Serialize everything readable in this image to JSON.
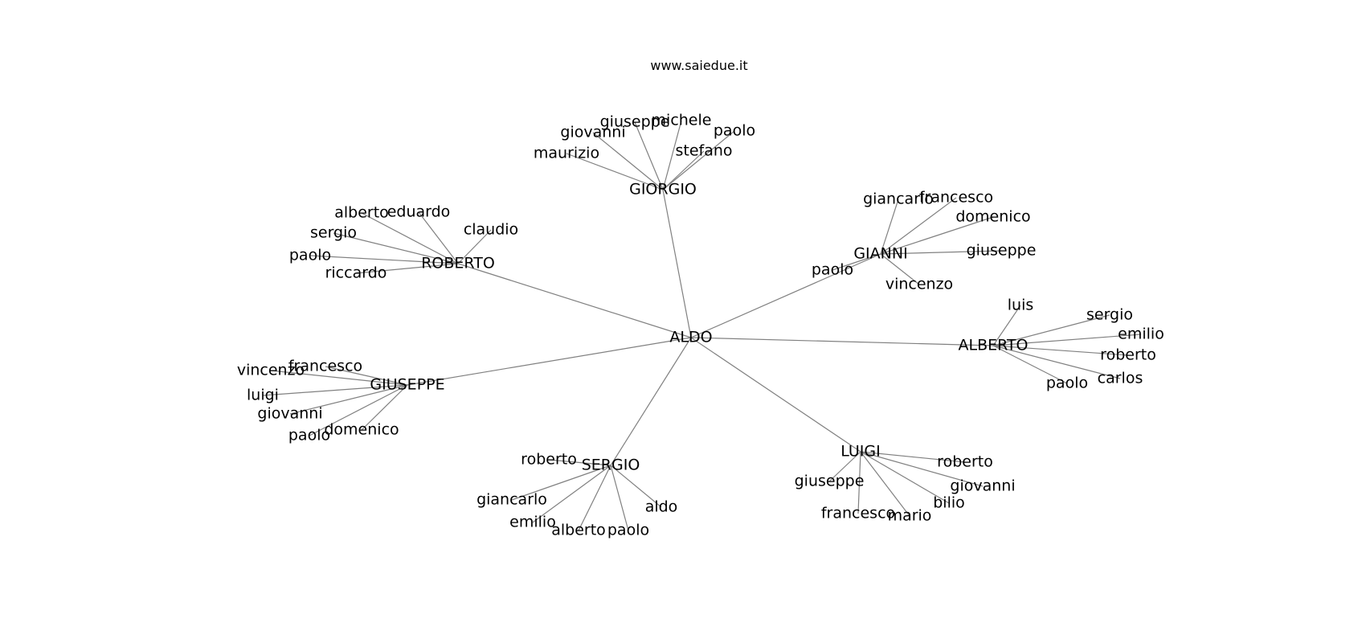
{
  "header": {
    "title": "www.saiedue.it"
  },
  "graph": {
    "root": "ALDO",
    "groups": [
      {
        "id": "giorgio",
        "label": "GIORGIO",
        "children": [
          "maurizio",
          "giovanni",
          "giuseppe",
          "michele",
          "paolo",
          "stefano"
        ]
      },
      {
        "id": "roberto",
        "label": "ROBERTO",
        "children": [
          "alberto",
          "eduardo",
          "claudio",
          "sergio",
          "paolo",
          "riccardo"
        ]
      },
      {
        "id": "gianni",
        "label": "GIANNI",
        "children": [
          "giancarlo",
          "francesco",
          "domenico",
          "giuseppe",
          "paolo",
          "vincenzo"
        ]
      },
      {
        "id": "alberto",
        "label": "ALBERTO",
        "children": [
          "luis",
          "sergio",
          "emilio",
          "roberto",
          "carlos",
          "paolo"
        ]
      },
      {
        "id": "giuseppe",
        "label": "GIUSEPPE",
        "children": [
          "vincenzo",
          "francesco",
          "luigi",
          "giovanni",
          "paolo",
          "domenico"
        ]
      },
      {
        "id": "sergio",
        "label": "SERGIO",
        "children": [
          "roberto",
          "giancarlo",
          "emilio",
          "alberto",
          "paolo",
          "aldo"
        ]
      },
      {
        "id": "luigi",
        "label": "LUIGI",
        "children": [
          "roberto",
          "giuseppe",
          "giovanni",
          "bilio",
          "francesco",
          "mario"
        ]
      }
    ]
  },
  "style": {
    "edge_color": "#808080",
    "text_color": "#000000",
    "background": "#ffffff"
  }
}
